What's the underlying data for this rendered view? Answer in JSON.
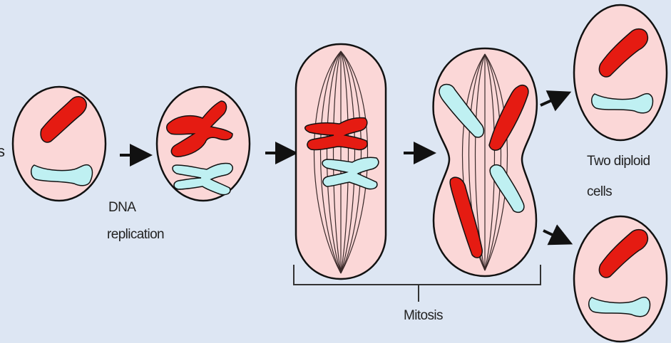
{
  "labels": {
    "dna": "DNA",
    "replication": "replication",
    "mitosis": "Mitosis",
    "two_diploid": "Two diploid",
    "cells": "cells",
    "edge_glyph": "s"
  },
  "colors": {
    "background": "#dde6f3",
    "cell_fill": "#fbd7d7",
    "cell_outline": "#111111",
    "chromosome_red": "#e51b12",
    "chromosome_blue": "#bff0f2",
    "spindle": "#3a2a2a",
    "arrow": "#111111"
  }
}
